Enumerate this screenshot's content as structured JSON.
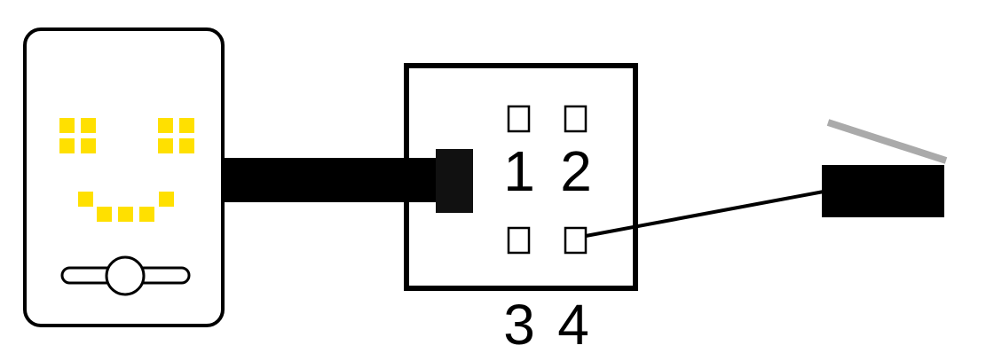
{
  "colors": {
    "background": "#ffffff",
    "outline": "#000000",
    "device_fill": "#ffffff",
    "led": "#ffe000",
    "cable": "#000000",
    "plug": "#111111",
    "wire": "#000000",
    "connector": "#000000",
    "connector_lid": "#aaaaaa"
  },
  "device": {
    "face": "smiley-led-matrix",
    "control": "slider-switch"
  },
  "port_block": {
    "top_labels": [
      "1",
      "2"
    ],
    "bottom_labels": [
      "3",
      "4"
    ]
  },
  "wire": {
    "from_port": "4",
    "to": "flat-connector"
  }
}
